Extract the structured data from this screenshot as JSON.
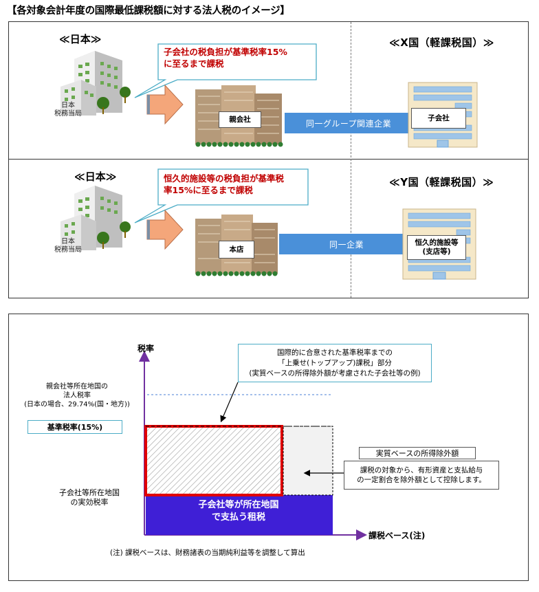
{
  "title": "【各対象会計年度の国際最低課税額に対する法人税のイメージ】",
  "top_panel": {
    "row1": {
      "left_heading": "≪日本≫",
      "tax_office_label_line1": "日本",
      "tax_office_label_line2": "税務当局",
      "bubble_line1": "子会社の税負担が基準税率15%",
      "bubble_line2": "に至るまで課税",
      "parent_label": "親会社",
      "band_label": "同一グループ関連企業",
      "right_heading": "≪X国（軽課税国）≫",
      "sub_label": "子会社"
    },
    "row2": {
      "left_heading": "≪日本≫",
      "tax_office_label_line1": "日本",
      "tax_office_label_line2": "税務当局",
      "bubble_line1": "恒久的施設等の税負担が基準税",
      "bubble_line2": "率15%に至るまで課税",
      "parent_label": "本店",
      "band_label": "同一企業",
      "right_heading": "≪Y国（軽課税国）≫",
      "sub_label_line1": "恒久的施設等",
      "sub_label_line2": "(支店等)"
    }
  },
  "chart": {
    "y_axis_label": "税率",
    "x_axis_label": "課税ベース(注)",
    "parent_rate_line1": "親会社等所在地国の",
    "parent_rate_line2": "法人税率",
    "parent_rate_line3": "(日本の場合、29.74%(国・地方))",
    "base_rate_label": "基準税率(15%)",
    "effective_rate_line1": "子会社等所在地国",
    "effective_rate_line2": "の実効税率",
    "topup_callout_line1": "国際的に合意された基準税率までの",
    "topup_callout_line2": "「上乗せ(トップアップ)課税」部分",
    "topup_callout_line3": "(実質ベースの所得除外額が考慮された子会社等の例)",
    "bar_text_line1": "子会社等が所在地国",
    "bar_text_line2": "で支払う租税",
    "exclusion_title": "実質ベースの所得除外額",
    "exclusion_line1": "課税の対象から、有形資産と支払給与",
    "exclusion_line2": "の一定割合を除外額として控除します。",
    "note": "(注) 課税ベースは、財務諸表の当期純利益等を調整して算出",
    "colors": {
      "axis": "#7030a0",
      "tax_paid": "#3f1fd6",
      "topup_border": "#e00000",
      "callout_border": "#4bacc6",
      "band": "#4a90d9",
      "bubble_text": "#c00000"
    }
  }
}
